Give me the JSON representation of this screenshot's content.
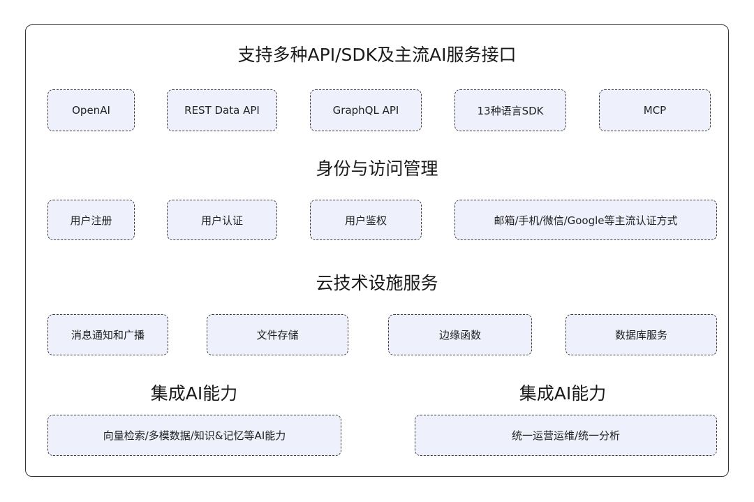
{
  "colors": {
    "box_fill": "#eef1fb",
    "box_border": "#3a3a3a",
    "frame_border": "#333333",
    "text": "#1f1f1f"
  },
  "sections": {
    "api": {
      "title": "支持多种API/SDK及主流AI服务接口",
      "items": [
        "OpenAI",
        "REST Data API",
        "GraphQL API",
        "13种语言SDK",
        "MCP"
      ]
    },
    "identity": {
      "title": "身份与访问管理",
      "items": [
        "用户注册",
        "用户认证",
        "用户鉴权",
        "邮箱/手机/微信/Google等主流认证方式"
      ]
    },
    "cloud": {
      "title": "云技术设施服务",
      "items": [
        "消息通知和广播",
        "文件存储",
        "边缘函数",
        "数据库服务"
      ]
    },
    "ai_left": {
      "title": "集成AI能力",
      "items": [
        "向量检索/多模数据/知识&记忆等AI能力"
      ]
    },
    "ai_right": {
      "title": "集成AI能力",
      "items": [
        "统一运营运维/统一分析"
      ]
    }
  }
}
